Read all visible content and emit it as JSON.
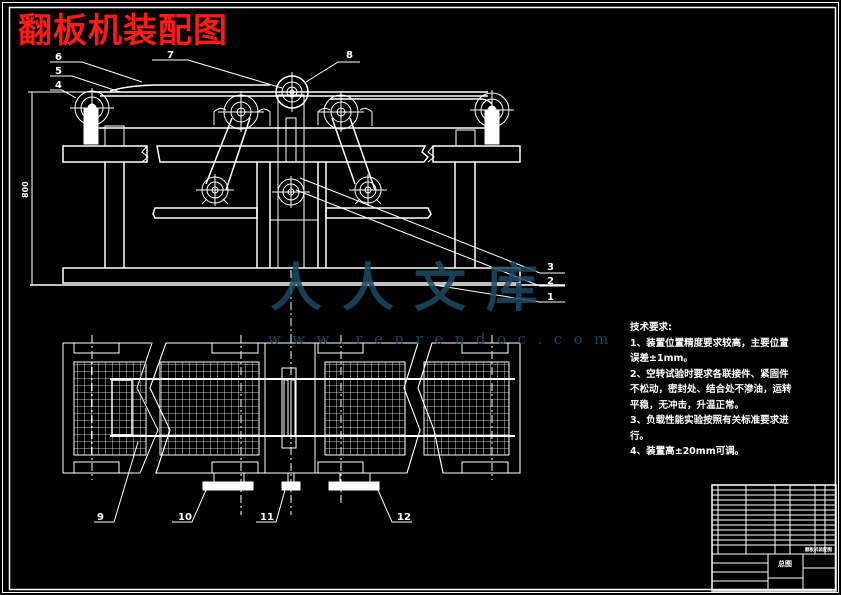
{
  "drawing": {
    "title": "翻板机装配图",
    "dimension_label": "800",
    "balloons": {
      "b1": "1",
      "b2": "2",
      "b3": "3",
      "b4": "4",
      "b5": "5",
      "b6": "6",
      "b7": "7",
      "b8": "8",
      "b9": "9",
      "b10": "10",
      "b11": "11",
      "b12": "12"
    },
    "tech_requirements": {
      "heading": "技术要求:",
      "items": [
        "1、装置位置精度要求较高，主要位置误差±1mm。",
        "2、空转试验时要求各联接件、紧固件不松动，密封处、结合处不渗油，运转平稳，无冲击，升温正常。",
        "3、负载性能实验按照有关标准要求进行。",
        "4、装置高±20mm可调。"
      ]
    },
    "title_block": {
      "drawing_name": "总图",
      "project_name": "翻板机装配图"
    },
    "watermark": {
      "brand": "人人文库",
      "url": "www.renrendoc.com"
    }
  },
  "colors": {
    "background": "#000000",
    "line": "#ffffff",
    "title": "#ff1a1a",
    "watermark": "#1d4a63"
  }
}
